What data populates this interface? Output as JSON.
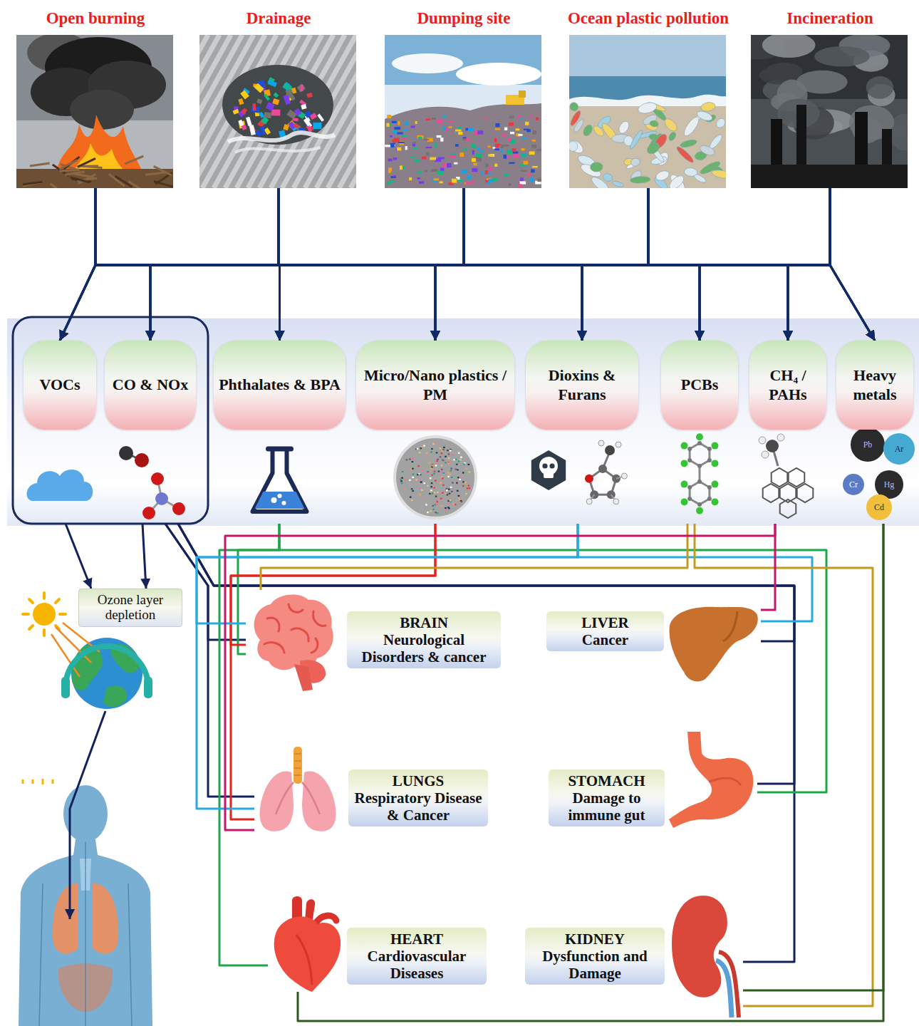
{
  "diagram": {
    "nodes": [
      {
        "text": [
          "Open burning"
        ]
      },
      {
        "text": [
          "Drainage"
        ]
      },
      {
        "text": [
          "Dumping site"
        ]
      },
      {
        "text": [
          "Ocean plastic pollution"
        ]
      },
      {
        "text": [
          "Incineration"
        ]
      },
      {
        "text": [
          "VOCs"
        ]
      },
      {
        "text": [
          "CO & NOx"
        ]
      },
      {
        "text": [
          "Phthalates & BPA"
        ]
      },
      {
        "text": [
          "Micro/Nano plastics / PM"
        ]
      },
      {
        "text": [
          "Dioxins & Furans"
        ]
      },
      {
        "text": [
          "PCBs"
        ]
      },
      {
        "text": [
          "CH₄ / PAHs"
        ]
      },
      {
        "text": [
          "Heavy metals"
        ]
      },
      {
        "text": [
          "Ozone layer depletion"
        ]
      },
      {
        "text": [
          "BRAIN",
          "Neurological Disorders & cancer"
        ]
      },
      {
        "text": [
          "LIVER",
          "Cancer"
        ]
      },
      {
        "text": [
          "LUNGS",
          "Respiratory Disease & Cancer"
        ]
      },
      {
        "text": [
          "STOMACH",
          "Damage to immune gut"
        ]
      },
      {
        "text": [
          "HEART",
          "Cardiovascular Diseases"
        ]
      },
      {
        "text": [
          "KIDNEY",
          "Dysfunction and Damage"
        ]
      }
    ],
    "edges": [
      {
        "from": 0,
        "to": 5,
        "arrow": "to"
      },
      {
        "from": 0,
        "to": 6,
        "arrow": "to"
      },
      {
        "from": 0,
        "to": 7,
        "arrow": "to"
      },
      {
        "from": 0,
        "to": 8,
        "arrow": "to"
      },
      {
        "from": 0,
        "to": 9,
        "arrow": "to"
      },
      {
        "from": 0,
        "to": 10,
        "arrow": "to"
      },
      {
        "from": 0,
        "to": 11,
        "arrow": "to"
      },
      {
        "from": 0,
        "to": 12,
        "arrow": "to"
      },
      {
        "from": 1,
        "to": 5,
        "arrow": "to"
      },
      {
        "from": 1,
        "to": 6,
        "arrow": "to"
      },
      {
        "from": 1,
        "to": 7,
        "arrow": "to"
      },
      {
        "from": 1,
        "to": 8,
        "arrow": "to"
      },
      {
        "from": 1,
        "to": 9,
        "arrow": "to"
      },
      {
        "from": 1,
        "to": 10,
        "arrow": "to"
      },
      {
        "from": 1,
        "to": 11,
        "arrow": "to"
      },
      {
        "from": 1,
        "to": 12,
        "arrow": "to"
      },
      {
        "from": 2,
        "to": 5,
        "arrow": "to"
      },
      {
        "from": 2,
        "to": 6,
        "arrow": "to"
      },
      {
        "from": 2,
        "to": 7,
        "arrow": "to"
      },
      {
        "from": 2,
        "to": 8,
        "arrow": "to"
      },
      {
        "from": 2,
        "to": 9,
        "arrow": "to"
      },
      {
        "from": 2,
        "to": 10,
        "arrow": "to"
      },
      {
        "from": 2,
        "to": 11,
        "arrow": "to"
      },
      {
        "from": 2,
        "to": 12,
        "arrow": "to"
      },
      {
        "from": 3,
        "to": 5,
        "arrow": "to"
      },
      {
        "from": 3,
        "to": 6,
        "arrow": "to"
      },
      {
        "from": 3,
        "to": 7,
        "arrow": "to"
      },
      {
        "from": 3,
        "to": 8,
        "arrow": "to"
      },
      {
        "from": 3,
        "to": 9,
        "arrow": "to"
      },
      {
        "from": 3,
        "to": 10,
        "arrow": "to"
      },
      {
        "from": 3,
        "to": 11,
        "arrow": "to"
      },
      {
        "from": 3,
        "to": 12,
        "arrow": "to"
      },
      {
        "from": 4,
        "to": 5,
        "arrow": "to"
      },
      {
        "from": 4,
        "to": 6,
        "arrow": "to"
      },
      {
        "from": 4,
        "to": 7,
        "arrow": "to"
      },
      {
        "from": 4,
        "to": 8,
        "arrow": "to"
      },
      {
        "from": 4,
        "to": 9,
        "arrow": "to"
      },
      {
        "from": 4,
        "to": 10,
        "arrow": "to"
      },
      {
        "from": 4,
        "to": 11,
        "arrow": "to"
      },
      {
        "from": 4,
        "to": 12,
        "arrow": "to"
      },
      {
        "from": 5,
        "to": 13,
        "arrow": "to"
      },
      {
        "from": 6,
        "to": 13,
        "arrow": "to"
      },
      {
        "from": 6,
        "to": 14,
        "arrow": "none"
      },
      {
        "from": 6,
        "to": 16,
        "arrow": "none"
      },
      {
        "from": 6,
        "to": 15,
        "arrow": "none"
      },
      {
        "from": 6,
        "to": 17,
        "arrow": "none"
      },
      {
        "from": 6,
        "to": 19,
        "arrow": "none"
      },
      {
        "from": 7,
        "to": 14,
        "arrow": "none"
      },
      {
        "from": 7,
        "to": 18,
        "arrow": "none"
      },
      {
        "from": 7,
        "to": 17,
        "arrow": "none"
      },
      {
        "from": 8,
        "to": 14,
        "arrow": "none"
      },
      {
        "from": 8,
        "to": 16,
        "arrow": "none"
      },
      {
        "from": 9,
        "to": 14,
        "arrow": "none"
      },
      {
        "from": 9,
        "to": 16,
        "arrow": "none"
      },
      {
        "from": 9,
        "to": 15,
        "arrow": "none"
      },
      {
        "from": 10,
        "to": 14,
        "arrow": "none"
      },
      {
        "from": 10,
        "to": 19,
        "arrow": "none"
      },
      {
        "from": 11,
        "to": 16,
        "arrow": "none"
      },
      {
        "from": 11,
        "to": 15,
        "arrow": "none"
      },
      {
        "from": 12,
        "to": 18,
        "arrow": "none"
      },
      {
        "from": 12,
        "to": 19,
        "arrow": "none"
      }
    ],
    "labels": [
      "Pb",
      "Ar",
      "Cr",
      "Hg",
      "Cd"
    ]
  }
}
